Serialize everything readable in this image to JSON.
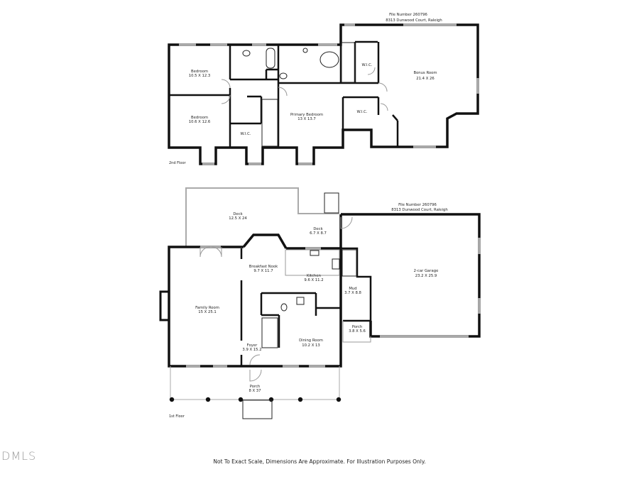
{
  "second_floor": {
    "file_number": "File Number 260796",
    "address": "8313 Dunwood Court, Raleigh",
    "floor_label": "2nd Floor",
    "rooms": [
      {
        "name": "Bedroom",
        "dims": "10.5 X 12.3"
      },
      {
        "name": "Bedroom",
        "dims": "10.6 X 12.6"
      },
      {
        "name": "W.I.C.",
        "dims": ""
      },
      {
        "name": "Primary Bedroom",
        "dims": "13 X 13.7"
      },
      {
        "name": "W.I.C.",
        "dims": ""
      },
      {
        "name": "W.I.C.",
        "dims": ""
      },
      {
        "name": "Bonus Room",
        "dims": "21.4 X 26"
      }
    ]
  },
  "first_floor": {
    "file_number": "File Number 260796",
    "address": "8313 Dunwood Court, Raleigh",
    "floor_label": "1st Floor",
    "rooms": [
      {
        "name": "Deck",
        "dims": "12.5 X 24"
      },
      {
        "name": "Deck",
        "dims": "6.7 X 8.7"
      },
      {
        "name": "Breakfast Nook",
        "dims": "9.7 X 11.7"
      },
      {
        "name": "Kitchen",
        "dims": "9.6 X 11.2"
      },
      {
        "name": "Family Room",
        "dims": "15 X 25.1"
      },
      {
        "name": "Mud",
        "dims": "3.7 X 8.8"
      },
      {
        "name": "Porch",
        "dims": "3.8 X 5.6"
      },
      {
        "name": "Foyer",
        "dims": "3.9 X 15.2"
      },
      {
        "name": "Dining Room",
        "dims": "10.2 X 13"
      },
      {
        "name": "Porch",
        "dims": "8 X 37"
      },
      {
        "name": "2-car Garage",
        "dims": "23.2 X 25.9"
      }
    ]
  },
  "footer": {
    "disclaimer": "Not To Exact Scale, Dimensions Are Approximate. For Illustration Purposes Only.",
    "logo": "DMLS"
  }
}
